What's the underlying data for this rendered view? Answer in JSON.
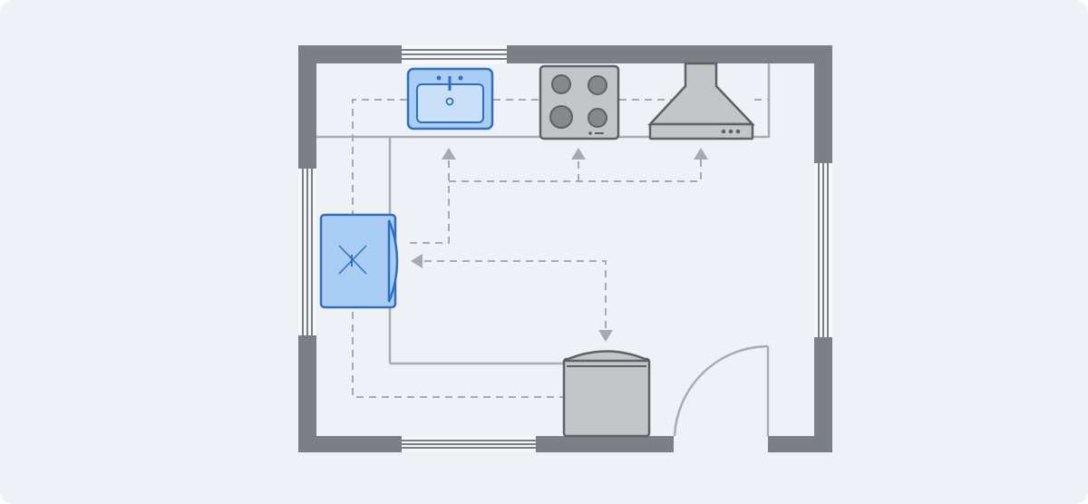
{
  "diagram": {
    "colors": {
      "background": "#eef1f6",
      "wall": "#7b7f86",
      "window_fill": "#f6f7f9",
      "counter_line": "#a9acb0",
      "path_line": "#a7abb1",
      "blue_fill": "#a9cdf3",
      "blue_inner": "#c9e0f8",
      "blue_stroke": "#2f6fc0",
      "gray_fill": "#c4c5c8",
      "gray_dark": "#86888c",
      "gray_stroke": "#5d6066"
    },
    "nodes": [
      {
        "id": "sink",
        "icon": "sink-icon"
      },
      {
        "id": "cooktop",
        "icon": "cooktop-icon"
      },
      {
        "id": "range-hood",
        "icon": "range-hood-icon"
      },
      {
        "id": "refrigerator",
        "icon": "refrigerator-icon"
      },
      {
        "id": "dishwasher",
        "icon": "dishwasher-icon"
      },
      {
        "id": "door",
        "icon": "door-swing-icon"
      }
    ],
    "connections": [
      {
        "from": "refrigerator",
        "to": "sink"
      },
      {
        "from": "refrigerator",
        "to": "cooktop"
      },
      {
        "from": "refrigerator",
        "to": "range-hood"
      },
      {
        "from": "dishwasher",
        "to": "refrigerator"
      },
      {
        "from": "sink",
        "to": "dishwasher"
      }
    ]
  }
}
